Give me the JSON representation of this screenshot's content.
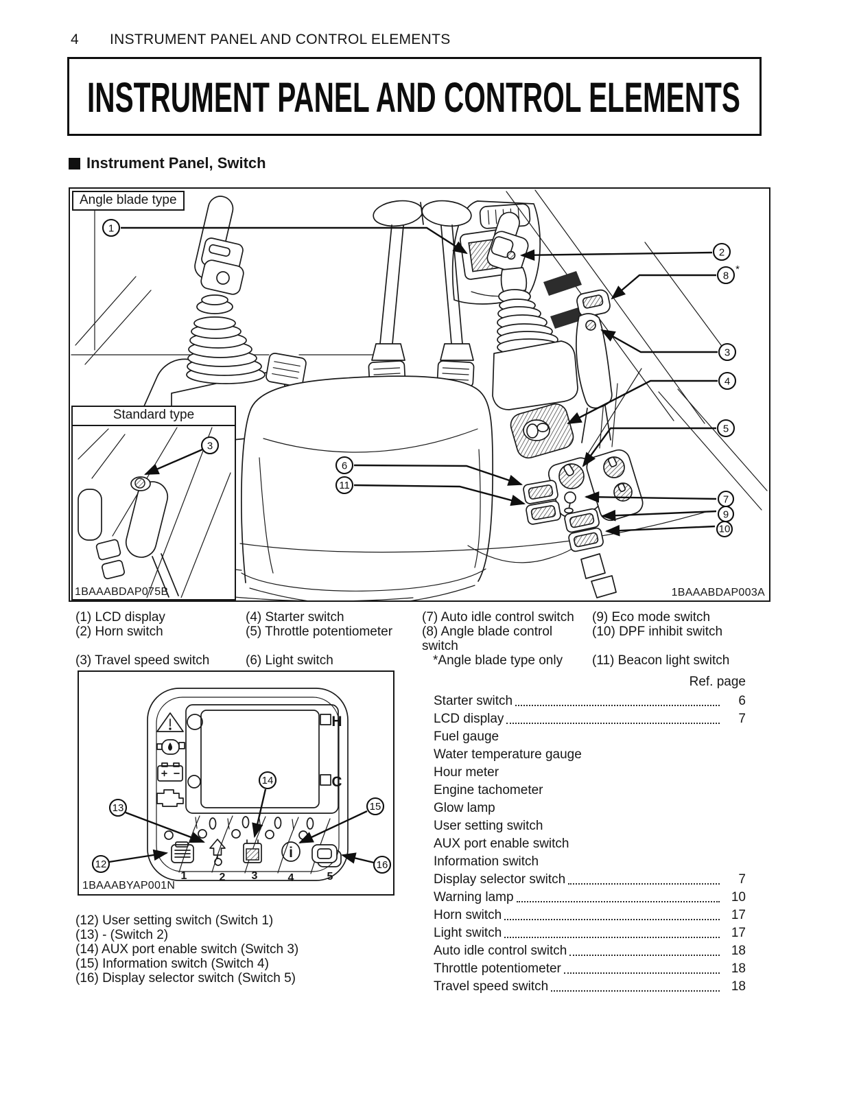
{
  "page": {
    "number": "4",
    "running_header": "INSTRUMENT PANEL AND CONTROL ELEMENTS",
    "title": "INSTRUMENT PANEL AND CONTROL ELEMENTS",
    "section_heading": "Instrument Panel, Switch"
  },
  "figure1": {
    "angle_label": "Angle blade type",
    "standard_label": "Standard type",
    "code_left": "1BAAABDAP075B",
    "code_right": "1BAAABDAP003A",
    "callouts": {
      "c1": "1",
      "c2": "2",
      "c3": "3",
      "c3_inset": "3",
      "c4": "4",
      "c5": "5",
      "c6": "6",
      "c7": "7",
      "c8": "8",
      "c8_note": "*",
      "c9": "9",
      "c10": "10",
      "c11": "11"
    }
  },
  "legend1": {
    "col1": [
      "(1) LCD display",
      "(2) Horn switch",
      "(3) Travel speed switch"
    ],
    "col2": [
      "(4) Starter switch",
      "(5) Throttle potentiometer",
      "(6) Light switch"
    ],
    "col3": [
      "(7) Auto idle control switch",
      "(8) Angle blade control switch",
      "*Angle blade type only"
    ],
    "col4": [
      "(9) Eco mode switch",
      "(10) DPF inhibit switch",
      "(11) Beacon light switch"
    ]
  },
  "figure2": {
    "code": "1BAAABYAP001N",
    "gauge_hot": "H",
    "gauge_cold": "C",
    "info_glyph": "i",
    "switch_numbers": [
      "1",
      "2",
      "3",
      "4",
      "5"
    ],
    "callouts": {
      "c12": "12",
      "c13": "13",
      "c14": "14",
      "c15": "15",
      "c16": "16"
    },
    "icon_names": [
      "warning-triangle",
      "oil-pressure",
      "battery-charge",
      "engine-emission",
      "user-setting",
      "raise-hook",
      "aux-port",
      "information",
      "display-selector"
    ]
  },
  "legend2": {
    "items": [
      "(12) User setting switch (Switch 1)",
      "(13) - (Switch 2)",
      "(14) AUX port enable switch (Switch 3)",
      "(15) Information switch (Switch 4)",
      "(16) Display selector switch (Switch 5)"
    ]
  },
  "ref_list": {
    "header": "Ref. page",
    "rows": [
      {
        "label": "Starter switch",
        "page": "6"
      },
      {
        "label": "LCD display",
        "page": "7"
      },
      {
        "label": "Fuel gauge",
        "page": ""
      },
      {
        "label": "Water temperature gauge",
        "page": ""
      },
      {
        "label": "Hour meter",
        "page": ""
      },
      {
        "label": "Engine tachometer",
        "page": ""
      },
      {
        "label": "Glow lamp",
        "page": ""
      },
      {
        "label": "User setting switch",
        "page": ""
      },
      {
        "label": "AUX port enable switch",
        "page": ""
      },
      {
        "label": "Information switch",
        "page": ""
      },
      {
        "label": "Display selector switch",
        "page": "7"
      },
      {
        "label": "Warning lamp",
        "page": "10"
      },
      {
        "label": "Horn switch",
        "page": "17"
      },
      {
        "label": "Light switch",
        "page": "17"
      },
      {
        "label": "Auto idle control switch",
        "page": "18"
      },
      {
        "label": "Throttle potentiometer",
        "page": "18"
      },
      {
        "label": "Travel speed switch",
        "page": "18"
      }
    ]
  }
}
